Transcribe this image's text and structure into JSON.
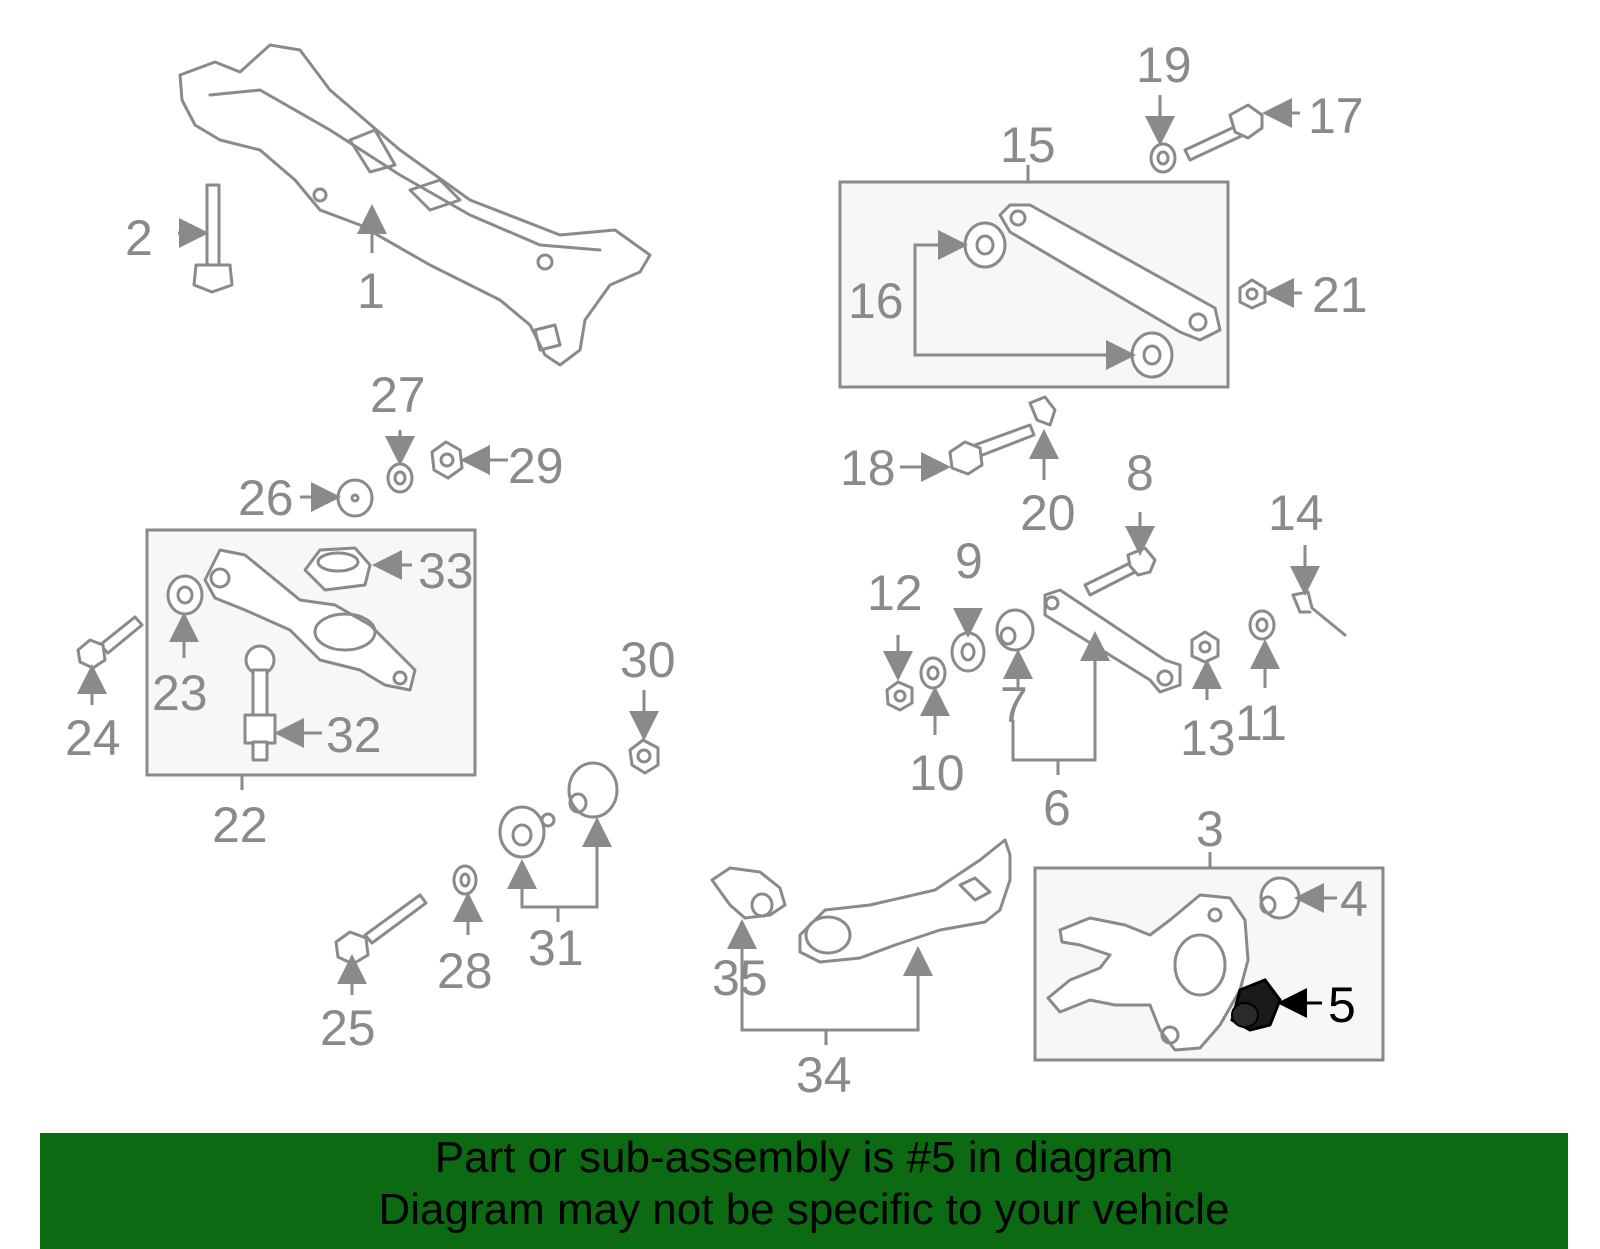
{
  "diagram": {
    "highlight_color": "#000000",
    "part_color": "#8a8a8a",
    "callouts": [
      "1",
      "2",
      "3",
      "4",
      "5",
      "6",
      "7",
      "8",
      "9",
      "10",
      "11",
      "12",
      "13",
      "14",
      "15",
      "16",
      "17",
      "18",
      "19",
      "20",
      "21",
      "22",
      "23",
      "24",
      "25",
      "26",
      "27",
      "28",
      "29",
      "30",
      "31",
      "32",
      "33",
      "34",
      "35"
    ],
    "highlighted": "5"
  },
  "banner": {
    "color": "#0c6b12",
    "line1": "Part or sub-assembly is #5 in diagram",
    "line2": "Diagram may not be specific to your vehicle"
  }
}
